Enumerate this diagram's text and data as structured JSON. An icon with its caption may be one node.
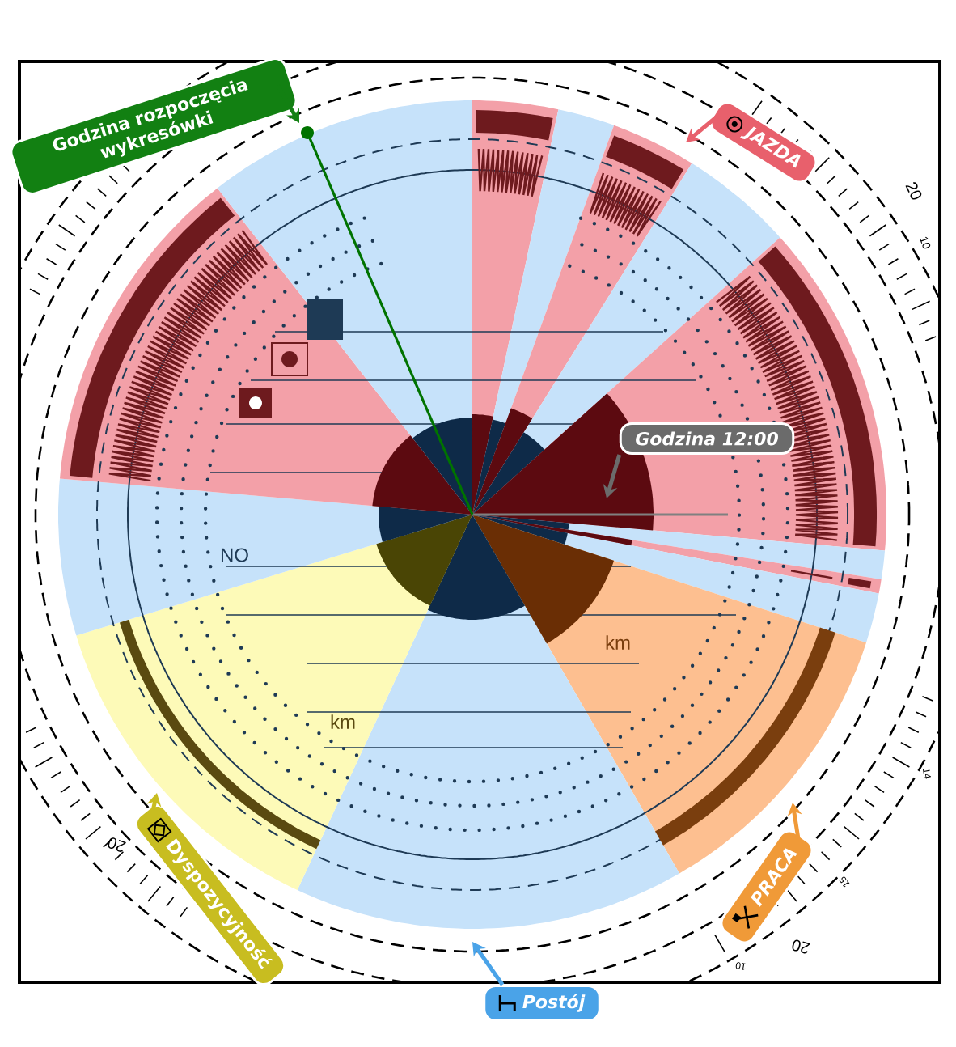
{
  "diagram": {
    "nodes": [
      {
        "text": [
          "Godzina rozpoczęcia wykresówki"
        ]
      },
      {
        "text": [
          "JAZDA"
        ]
      },
      {
        "text": [
          "Godzina 12:00"
        ]
      },
      {
        "text": [
          "Dyspozycyjność"
        ]
      },
      {
        "text": [
          "Postój"
        ]
      },
      {
        "text": [
          "PRACA"
        ]
      }
    ],
    "edges": [
      {
        "from": 0,
        "to": null,
        "arrow": "to",
        "color": "#128012"
      },
      {
        "from": 1,
        "to": null,
        "arrow": "to",
        "color": "#e8606c"
      },
      {
        "from": 2,
        "to": null,
        "arrow": "to",
        "color": "#6b6b6b"
      },
      {
        "from": 3,
        "to": null,
        "arrow": "to",
        "color": "#c8bd20"
      },
      {
        "from": 4,
        "to": null,
        "arrow": "to",
        "color": "#4aa3e8"
      },
      {
        "from": 5,
        "to": null,
        "arrow": "to",
        "color": "#f09a38"
      }
    ],
    "labels": [
      "20",
      "10",
      "NO",
      "km",
      "km",
      "14",
      "20",
      "15",
      "20",
      "10"
    ]
  }
}
